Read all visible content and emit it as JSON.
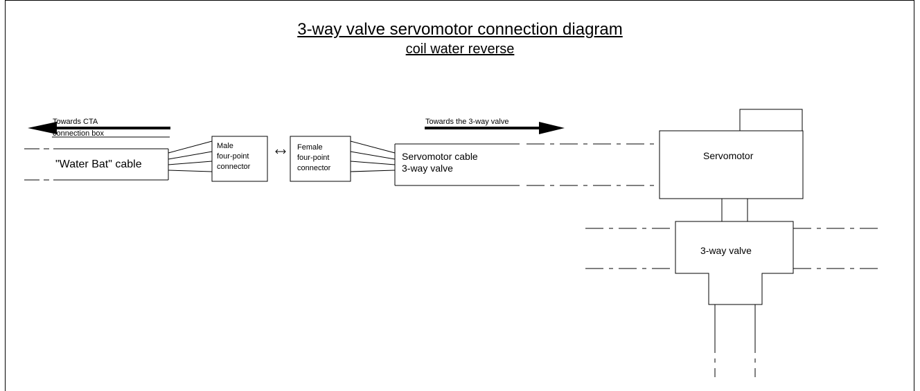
{
  "title": "3-way valve servomotor connection diagram",
  "subtitle": "coil water reverse",
  "labels": {
    "towards_cta_line1": "Towards CTA",
    "towards_cta_line2": "connection box",
    "towards_valve": "Towards the 3-way valve",
    "water_bat_cable": "\"Water Bat\" cable",
    "male_connector": [
      "Male",
      "four-point",
      "connector"
    ],
    "female_connector": [
      "Female",
      "four-point",
      "connector"
    ],
    "servomotor_cable_line1": "Servomotor cable",
    "servomotor_cable_line2": "3-way valve",
    "servomotor": "Servomotor",
    "three_way_valve": "3-way valve"
  }
}
